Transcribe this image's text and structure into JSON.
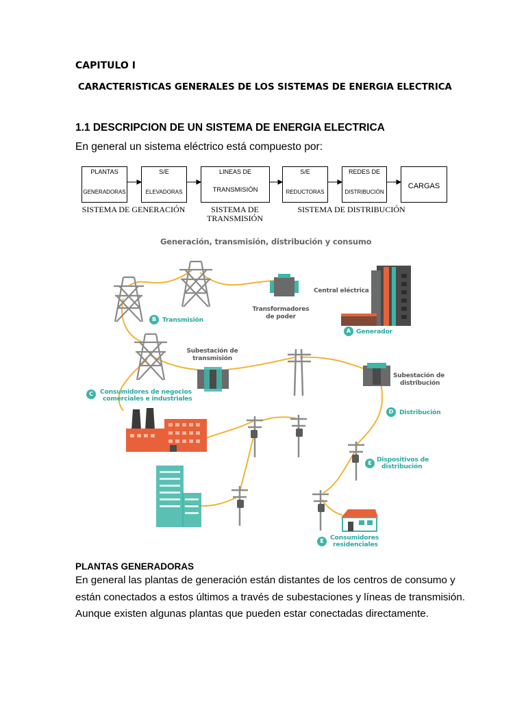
{
  "chapter": "CAPITULO I",
  "subtitle": "CARACTERISTICAS GENERALES DE LOS SISTEMAS DE ENERGIA ELECTRICA",
  "section_heading": "1.1 DESCRIPCION DE UN SISTEMA DE ENERGIA ELECTRICA",
  "intro": "En general un sistema eléctrico está compuesto por:",
  "block_diagram": {
    "boxes": [
      {
        "top": "PLANTAS",
        "bottom": "GENERADORAS"
      },
      {
        "top": "S/E",
        "bottom": "ELEVADORAS"
      },
      {
        "top": "LINEAS  DE",
        "bottom": "TRANSMISIÓN"
      },
      {
        "top": "S/E",
        "bottom": "REDUCTORAS"
      },
      {
        "top": "REDES DE",
        "bottom": "DISTRIBUCIÓN"
      },
      {
        "center": "CARGAS"
      }
    ],
    "groups": {
      "generation": "SISTEMA DE GENERACIÓN",
      "transmission_1": "SISTEMA DE",
      "transmission_2": "TRANSMISIÓN",
      "distribution": "SISTEMA DE DISTRIBUCIÓN"
    }
  },
  "figure": {
    "title": "Generación, transmisión, distribución y consumo",
    "labels": {
      "central": "Central eléctrica",
      "transformers_1": "Transformadores",
      "transformers_2": "de poder",
      "sub_transmission_1": "Subestación de",
      "sub_transmission_2": "transmisión",
      "sub_distribution_1": "Subestación de",
      "sub_distribution_2": "distribución"
    },
    "tags": {
      "a": {
        "letter": "A",
        "text": "Generador"
      },
      "b": {
        "letter": "B",
        "text": "Transmisión"
      },
      "c": {
        "letter": "C",
        "text1": "Consumidores de negocios",
        "text2": "comerciales e industriales"
      },
      "d": {
        "letter": "D",
        "text": "Distribución"
      },
      "e1": {
        "letter": "E",
        "text1": "Dispositivos de",
        "text2": "distribución"
      },
      "e2": {
        "letter": "E",
        "text1": "Consumidores",
        "text2": "residenciales"
      }
    },
    "colors": {
      "wire": "#f2b233",
      "tower": "#8a8a8a",
      "teal": "#3db5a7",
      "orange": "#e8613a",
      "dark": "#4a4a4a"
    }
  },
  "plants": {
    "heading": "PLANTAS GENERADORAS",
    "lines": [
      "En general las plantas de generación están distantes de los centros de consumo y",
      "están conectados a estos últimos a través de subestaciones y líneas de transmisión.",
      "Aunque existen algunas plantas que pueden estar conectadas directamente."
    ]
  }
}
